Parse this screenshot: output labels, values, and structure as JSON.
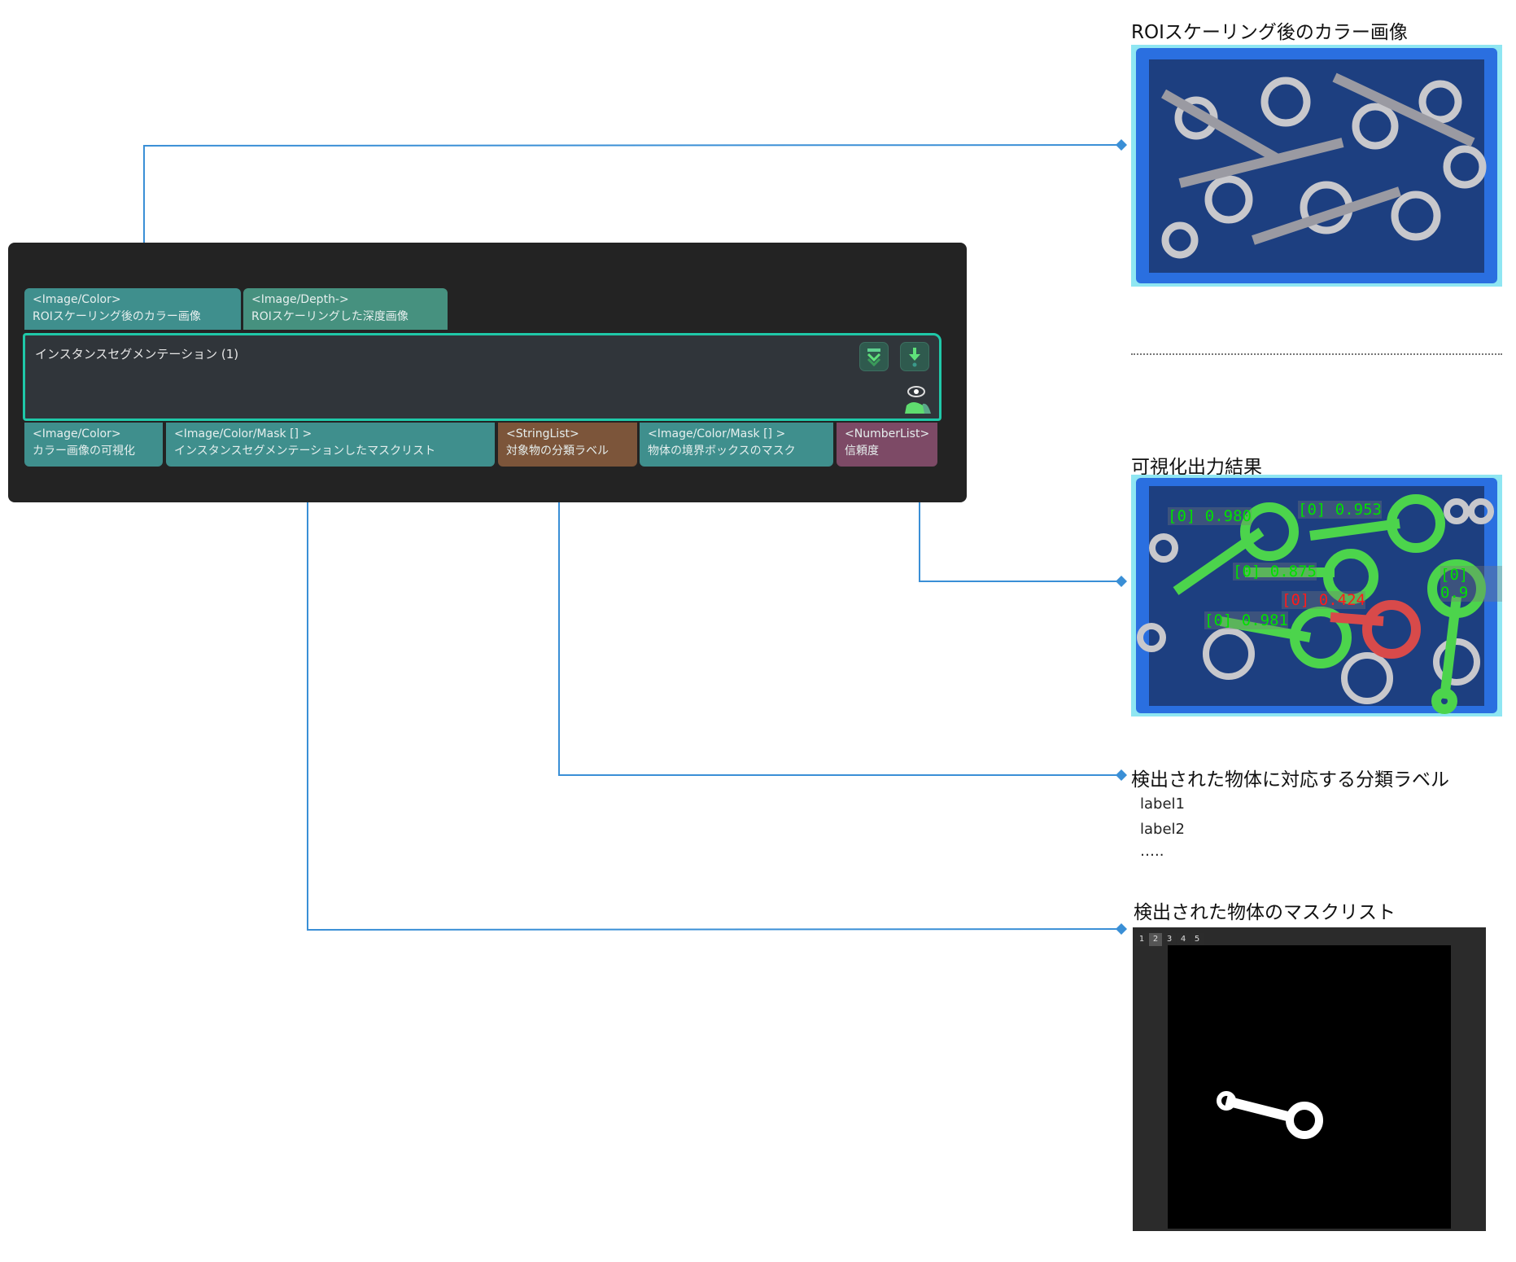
{
  "node": {
    "title": "インスタンスセグメンテーション (1)",
    "inputs": [
      {
        "type": "<Image/Color>",
        "label": "ROIスケーリング後のカラー画像"
      },
      {
        "type": "<Image/Depth->",
        "label": "ROIスケーリングした深度画像"
      }
    ],
    "outputs": [
      {
        "type": "<Image/Color>",
        "label": "カラー画像の可視化"
      },
      {
        "type": "<Image/Color/Mask [] >",
        "label": "インスタンスセグメンテーションしたマスクリスト"
      },
      {
        "type": "<StringList>",
        "label": "対象物の分類ラベル"
      },
      {
        "type": "<Image/Color/Mask [] >",
        "label": "物体の境界ボックスのマスク"
      },
      {
        "type": "<NumberList>",
        "label": "信頼度"
      }
    ],
    "icons": [
      "collapse-icon",
      "download-icon",
      "visualize-icon"
    ]
  },
  "results": {
    "roi_color_title": "ROIスケーリング後のカラー画像",
    "visual_title": "可視化出力結果",
    "detections": [
      {
        "text": "[0] 0.980",
        "color": "#00e000"
      },
      {
        "text": "[0] 0.953",
        "color": "#00e000"
      },
      {
        "text": "[0] 0.875",
        "color": "#00e000"
      },
      {
        "text": "[0] 0.424",
        "color": "#ff1a1a"
      },
      {
        "text": "[0] 0.981",
        "color": "#00e000"
      },
      {
        "text": "[0] 0.9",
        "color": "#00e000"
      }
    ],
    "labels_title": "検出された物体に対応する分類ラベル",
    "labels": [
      "label1",
      "label2",
      "….."
    ],
    "mask_title": "検出された物体のマスクリスト",
    "mask_tabs": [
      "1",
      "2",
      "3",
      "4",
      "5"
    ],
    "mask_active_tab": "2"
  },
  "colors": {
    "connector": "#3a8fd6",
    "node_border": "#1fc8a8"
  }
}
